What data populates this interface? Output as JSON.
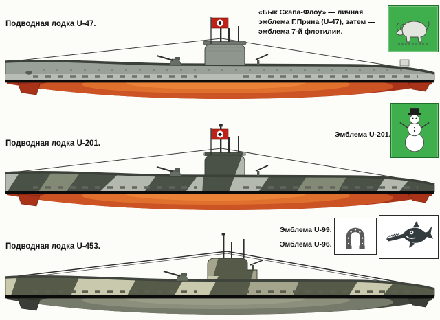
{
  "sections": [
    {
      "label": "Подводная лодка U-47.",
      "caption": "«Бык Скапа-Флоу» — личная эмблема Г.Прина (U-47), затем — эмблема 7-й флотилии.",
      "emblems": [
        {
          "icon": "bull-icon",
          "background": "#3fae4d"
        }
      ]
    },
    {
      "label": "Подводная лодка U-201.",
      "caption": "Эмблема U-201.",
      "emblems": [
        {
          "icon": "snowman-icon",
          "background": "#3fae4d"
        }
      ]
    },
    {
      "label": "Подводная лодка U-453.",
      "captions": [
        "Эмблема U-99.",
        "Эмблема U-96."
      ],
      "emblems": [
        {
          "icon": "horseshoe-icon",
          "background": "#ffffff"
        },
        {
          "icon": "sawfish-icon",
          "background": "#ffffff"
        }
      ]
    }
  ],
  "colors": {
    "lower_hull_red": "#a83318",
    "saddle_tank_orange": "#e0702d",
    "hull_gray": "#99a098",
    "camo_gray_light": "#b4b9b0",
    "camo_gray_dark": "#4a5146",
    "camo_olive_base": "#a4a58c",
    "camo_olive_dark": "#565b49",
    "waterline_black": "#0c0c0c",
    "emblem_green": "#3fae4d",
    "flag_red": "#bf2318",
    "page_background": "#fcfcf9"
  }
}
